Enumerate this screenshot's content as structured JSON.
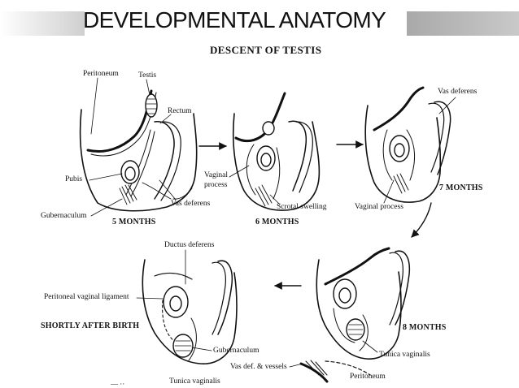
{
  "header": {
    "title": "DEVELOPMENTAL ANATOMY",
    "subtitle": "DESCENT OF TESTIS"
  },
  "stages": {
    "s1": "5 MONTHS",
    "s2": "6 MONTHS",
    "s3": "7 MONTHS",
    "s4": "8 MONTHS",
    "s5": "SHORTLY AFTER BIRTH"
  },
  "labels": {
    "peritoneum_top": "Peritoneum",
    "testis": "Testis",
    "rectum": "Rectum",
    "pubis": "Pubis",
    "gubernaculum_top": "Gubernaculum",
    "vas_deferens_1": "Vas deferens",
    "vaginal_process_1": "Vaginal",
    "vaginal_process_2": "process",
    "scrotal_swelling": "Scrotal swelling",
    "vaginal_process_3": "Vaginal process",
    "vas_deferens_3": "Vas deferens",
    "ductus_deferens": "Ductus deferens",
    "peritoneal_vaginal_ligament": "Peritoneal vaginal ligament",
    "gubernaculum_bottom": "Gubernaculum",
    "vas_def_vessels": "Vas def. & vessels",
    "tunica_vaginalis_right": "Tunica vaginalis",
    "peritoneum_bottom": "Peritoneum",
    "tunica_vaginalis_bottom": "Tunica vaginalis"
  },
  "colors": {
    "ink": "#111111",
    "title_band_dark": "#a9a9a9",
    "title_band_light": "#cfcfcf"
  }
}
